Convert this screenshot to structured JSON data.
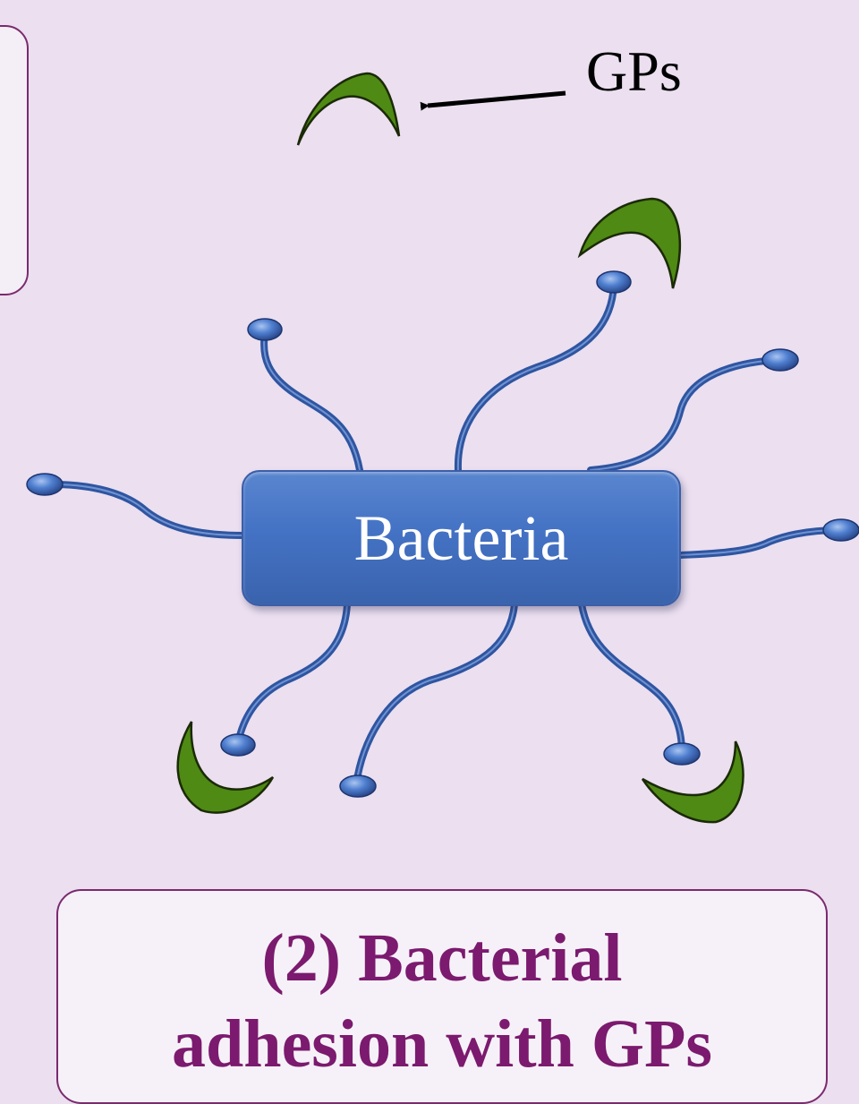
{
  "labels": {
    "gps": "GPs",
    "bacteria": "Bacteria",
    "caption_line1": "(2) Bacterial",
    "caption_line2": "adhesion with GPs"
  },
  "colors": {
    "background": "#ebdff0",
    "bacteria_fill": "#4472c4",
    "gp_fill": "#4e8a14",
    "caption_text": "#7b1a6e",
    "panel_border": "#7b2a6e"
  },
  "icons": {
    "gp": "green-crescent-icon",
    "pilus_tip": "blue-ellipse-icon"
  }
}
